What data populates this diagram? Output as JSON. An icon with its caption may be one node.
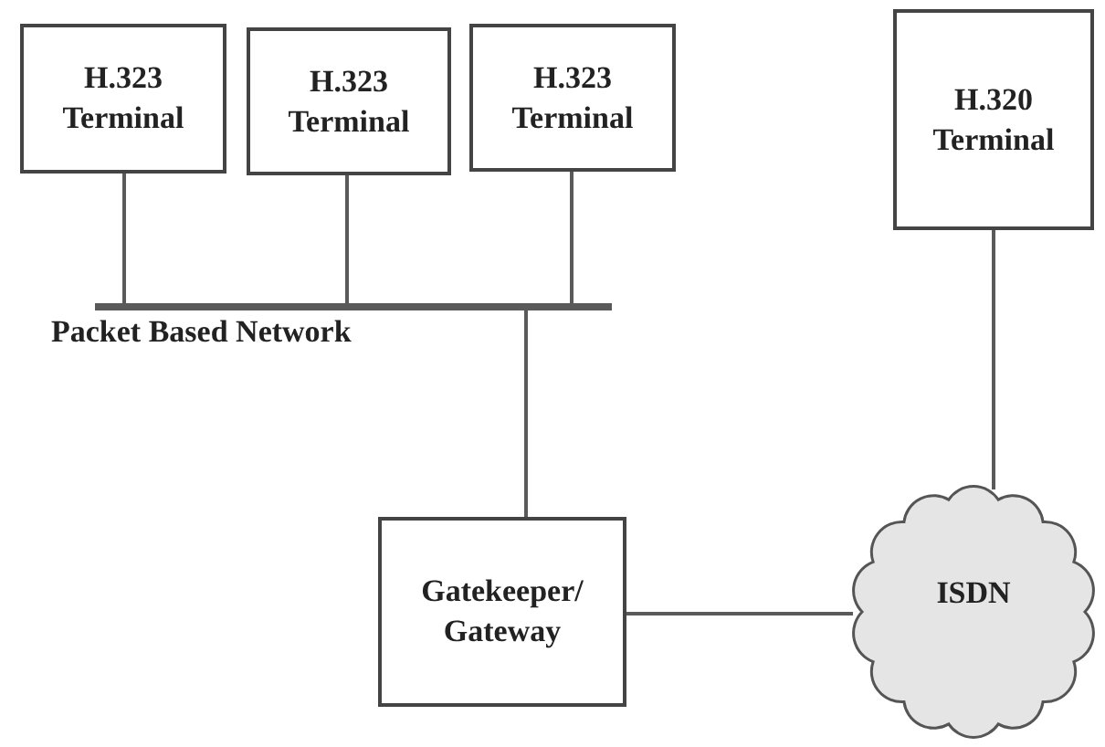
{
  "diagram": {
    "nodes": [
      {
        "text": [
          "H.323 Terminal"
        ]
      },
      {
        "text": [
          "H.323 Terminal"
        ]
      },
      {
        "text": [
          "H.323 Terminal"
        ]
      },
      {
        "text": [
          "H.320 Terminal"
        ]
      },
      {
        "text": [],
        "shape": "bar",
        "beside": [
          "Packet Based Network"
        ]
      },
      {
        "text": [
          "Gatekeeper/ Gateway"
        ]
      },
      {
        "text": [
          "ISDN"
        ]
      }
    ],
    "edges": [
      {
        "from": 0,
        "to": 4,
        "arrow": "none"
      },
      {
        "from": 1,
        "to": 4,
        "arrow": "none"
      },
      {
        "from": 2,
        "to": 4,
        "arrow": "none"
      },
      {
        "from": 4,
        "to": 5,
        "arrow": "none"
      },
      {
        "from": 5,
        "to": 6,
        "arrow": "none"
      },
      {
        "from": 3,
        "to": 6,
        "arrow": "none"
      }
    ]
  }
}
